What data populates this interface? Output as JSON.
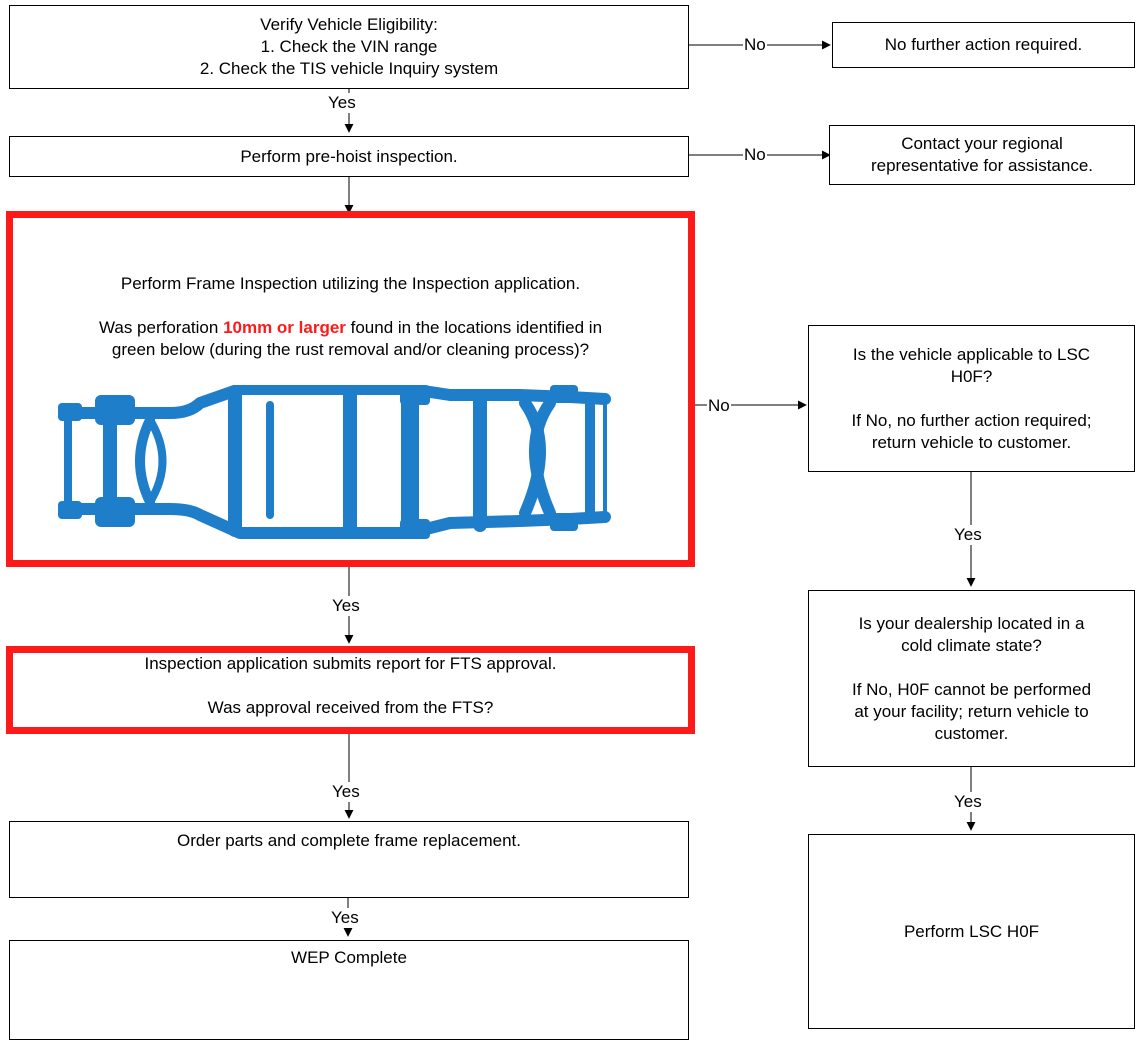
{
  "eligibility": {
    "line1": "Verify Vehicle Eligibility:",
    "line2": "1. Check the VIN range",
    "line3": "2. Check the TIS vehicle Inquiry system"
  },
  "no_further_action": "No further action required.",
  "prehoist": "Perform pre-hoist inspection.",
  "contact": {
    "line1": "Contact your regional",
    "line2": "representative for assistance."
  },
  "frame_inspection": {
    "line1": "Perform Frame Inspection utilizing the Inspection application.",
    "q_before": "Was perforation ",
    "q_highlight": "10mm or larger",
    "q_after": " found in the locations identified in",
    "q_line2": "green below (during the rust removal and/or cleaning process)?"
  },
  "lsc_applicable": {
    "line1": "Is the vehicle applicable to LSC",
    "line2": "H0F?",
    "line3": "If No, no further action required;",
    "line4": "return vehicle to customer."
  },
  "fts_report": {
    "line1": "Inspection application submits report for FTS approval.",
    "line2": "Was approval received from the FTS?"
  },
  "cold_climate": {
    "line1": "Is your dealership located in a",
    "line2": "cold climate state?",
    "line3": "If No, H0F cannot be performed",
    "line4": "at your facility; return vehicle to",
    "line5": "customer."
  },
  "order_parts": "Order parts and complete frame replacement.",
  "perform_lsc": "Perform LSC H0F",
  "wep_complete": "WEP Complete",
  "labels": {
    "yes": "Yes",
    "no": "No"
  },
  "colors": {
    "highlight": "#ff1a1a",
    "frame": "#1f7ec9",
    "line": "#000000"
  },
  "icons": {
    "frame": "vehicle-frame-illustration"
  }
}
